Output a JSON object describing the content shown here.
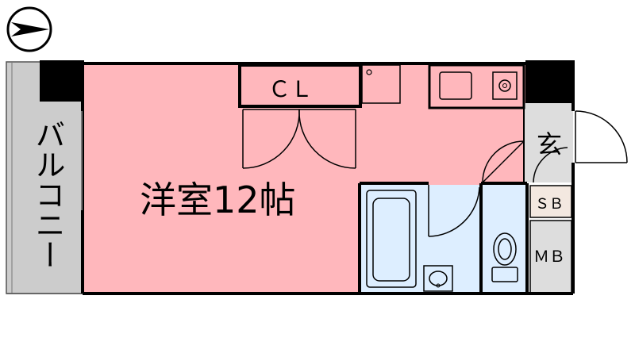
{
  "labels": {
    "balcony": "バルコニー",
    "room": "洋室12帖",
    "closet": "ＣＬ",
    "entrance": "玄",
    "shoe_box": "ＳＢ",
    "meter_box": "ＭＢ"
  },
  "colors": {
    "room": "#ffb7bc",
    "bath": "#ddeeff",
    "balcony": "#cccccc",
    "utility": "#dddddd",
    "shoe_box": "#f3e8e0",
    "wall": "#000000"
  },
  "icons": {
    "compass": "north-arrow-icon"
  }
}
